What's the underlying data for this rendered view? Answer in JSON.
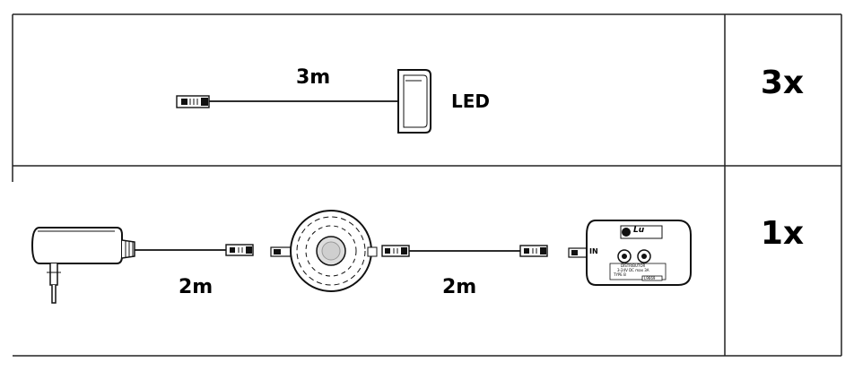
{
  "rows": [
    {
      "cable_length": "3m",
      "item_label": "LED",
      "quantity": "3x"
    },
    {
      "cable_length_left": "2m",
      "cable_length_right": "2m",
      "quantity": "1x",
      "distributor": {
        "brand": "Lu",
        "port_label": "IN",
        "title": "DISTRIBUTOR",
        "spec": "3-24V DC max 3A",
        "type": "TYPE B",
        "code": "L9669"
      }
    }
  ]
}
